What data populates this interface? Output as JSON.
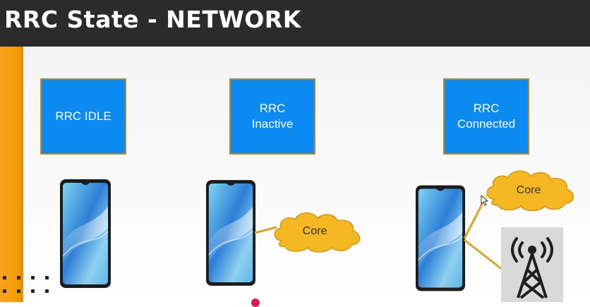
{
  "title": "RRC State - NETWORK",
  "states": [
    {
      "label": "RRC IDLE"
    },
    {
      "label": "RRC\nInactive"
    },
    {
      "label": "RRC\nConnected"
    }
  ],
  "clouds": [
    {
      "label": "Core"
    },
    {
      "label": "Core"
    }
  ],
  "colors": {
    "title_bar": "#2b2b2b",
    "accent": "#f59e0b",
    "state_box": "#0b8af2",
    "cloud": "#f5b822",
    "link_line": "#d9a526"
  },
  "icons": [
    "smartphone-icon",
    "cloud-icon",
    "cell-tower-icon"
  ]
}
